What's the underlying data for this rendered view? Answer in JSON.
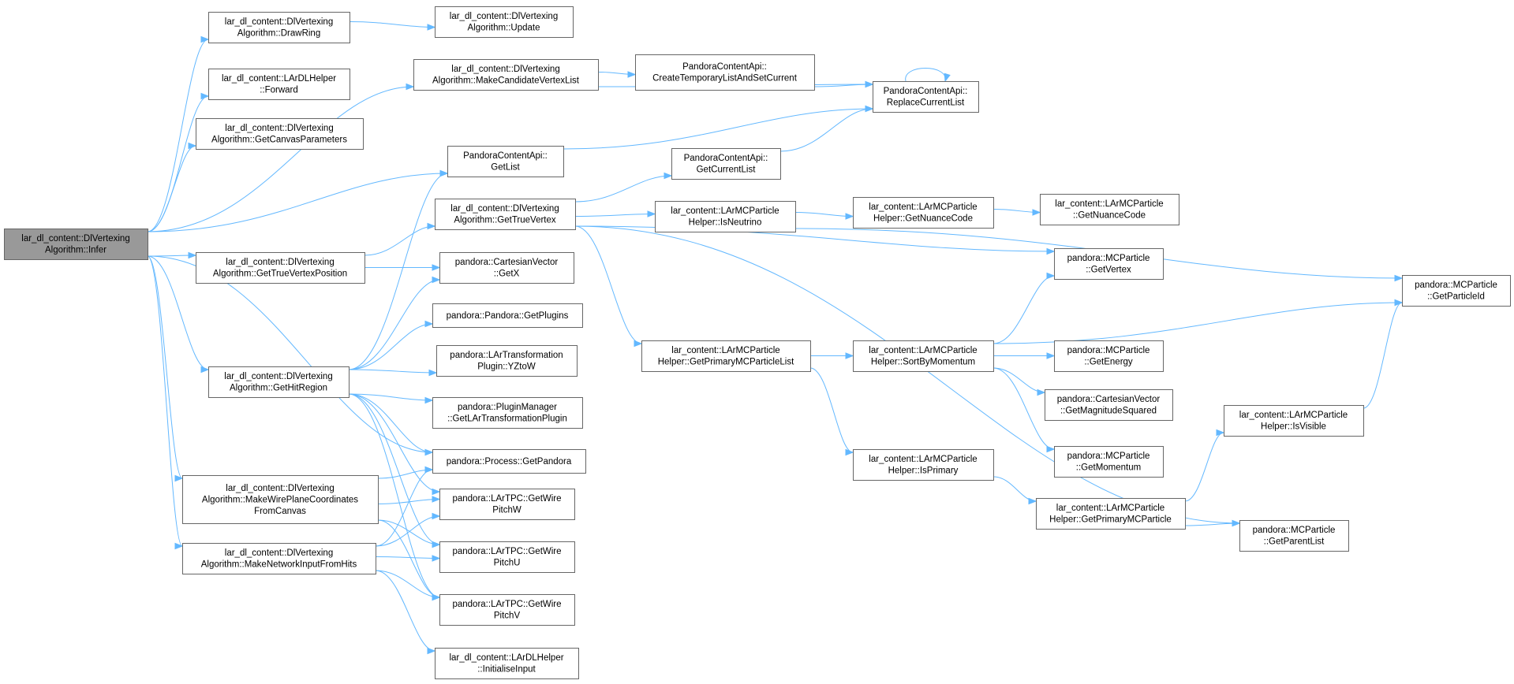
{
  "diagram": {
    "nodes": [
      {
        "id": "infer",
        "lines": [
          "lar_dl_content::DlVertexing",
          "Algorithm::Infer"
        ],
        "root": true
      },
      {
        "id": "drawring",
        "lines": [
          "lar_dl_content::DlVertexing",
          "Algorithm::DrawRing"
        ]
      },
      {
        "id": "update",
        "lines": [
          "lar_dl_content::DlVertexing",
          "Algorithm::Update"
        ]
      },
      {
        "id": "forward",
        "lines": [
          "lar_dl_content::LArDLHelper",
          "::Forward"
        ]
      },
      {
        "id": "getcanvas",
        "lines": [
          "lar_dl_content::DlVertexing",
          "Algorithm::GetCanvasParameters"
        ]
      },
      {
        "id": "makecand",
        "lines": [
          "lar_dl_content::DlVertexing",
          "Algorithm::MakeCandidateVertexList"
        ]
      },
      {
        "id": "createtemp",
        "lines": [
          "PandoraContentApi::",
          "CreateTemporaryListAndSetCurrent"
        ]
      },
      {
        "id": "replace",
        "lines": [
          "PandoraContentApi::",
          "ReplaceCurrentList"
        ]
      },
      {
        "id": "getlist",
        "lines": [
          "PandoraContentApi::",
          "GetList"
        ]
      },
      {
        "id": "getcurrent",
        "lines": [
          "PandoraContentApi::",
          "GetCurrentList"
        ]
      },
      {
        "id": "gettruevertex",
        "lines": [
          "lar_dl_content::DlVertexing",
          "Algorithm::GetTrueVertex"
        ]
      },
      {
        "id": "isneutrino",
        "lines": [
          "lar_content::LArMCParticle",
          "Helper::IsNeutrino"
        ]
      },
      {
        "id": "getnuancehelper",
        "lines": [
          "lar_content::LArMCParticle",
          "Helper::GetNuanceCode"
        ]
      },
      {
        "id": "getnuance",
        "lines": [
          "lar_content::LArMCParticle",
          "::GetNuanceCode"
        ]
      },
      {
        "id": "gettruevpos",
        "lines": [
          "lar_dl_content::DlVertexing",
          "Algorithm::GetTrueVertexPosition"
        ]
      },
      {
        "id": "getx",
        "lines": [
          "pandora::CartesianVector",
          "::GetX"
        ]
      },
      {
        "id": "getvertex",
        "lines": [
          "pandora::MCParticle",
          "::GetVertex"
        ]
      },
      {
        "id": "getparticleid",
        "lines": [
          "pandora::MCParticle",
          "::GetParticleId"
        ]
      },
      {
        "id": "getplugins",
        "lines": [
          "pandora::Pandora::GetPlugins"
        ]
      },
      {
        "id": "yztow",
        "lines": [
          "pandora::LArTransformation",
          "Plugin::YZtoW"
        ]
      },
      {
        "id": "gethitregion",
        "lines": [
          "lar_dl_content::DlVertexing",
          "Algorithm::GetHitRegion"
        ]
      },
      {
        "id": "getprimarylist",
        "lines": [
          "lar_content::LArMCParticle",
          "Helper::GetPrimaryMCParticleList"
        ]
      },
      {
        "id": "sortbymom",
        "lines": [
          "lar_content::LArMCParticle",
          "Helper::SortByMomentum"
        ]
      },
      {
        "id": "getenergy",
        "lines": [
          "pandora::MCParticle",
          "::GetEnergy"
        ]
      },
      {
        "id": "getplugin",
        "lines": [
          "pandora::PluginManager",
          "::GetLArTransformationPlugin"
        ]
      },
      {
        "id": "getmagsq",
        "lines": [
          "pandora::CartesianVector",
          "::GetMagnitudeSquared"
        ]
      },
      {
        "id": "isvisible",
        "lines": [
          "lar_content::LArMCParticle",
          "Helper::IsVisible"
        ]
      },
      {
        "id": "getpandora",
        "lines": [
          "pandora::Process::GetPandora"
        ]
      },
      {
        "id": "isprimary",
        "lines": [
          "lar_content::LArMCParticle",
          "Helper::IsPrimary"
        ]
      },
      {
        "id": "getmomentum",
        "lines": [
          "pandora::MCParticle",
          "::GetMomentum"
        ]
      },
      {
        "id": "makewire",
        "lines": [
          "lar_dl_content::DlVertexing",
          "Algorithm::MakeWirePlaneCoordinates",
          "FromCanvas"
        ]
      },
      {
        "id": "pitchw",
        "lines": [
          "pandora::LArTPC::GetWire",
          "PitchW"
        ]
      },
      {
        "id": "getprimary",
        "lines": [
          "lar_content::LArMCParticle",
          "Helper::GetPrimaryMCParticle"
        ]
      },
      {
        "id": "getparentlist",
        "lines": [
          "pandora::MCParticle",
          "::GetParentList"
        ]
      },
      {
        "id": "makenet",
        "lines": [
          "lar_dl_content::DlVertexing",
          "Algorithm::MakeNetworkInputFromHits"
        ]
      },
      {
        "id": "pitchu",
        "lines": [
          "pandora::LArTPC::GetWire",
          "PitchU"
        ]
      },
      {
        "id": "pitchv",
        "lines": [
          "pandora::LArTPC::GetWire",
          "PitchV"
        ]
      },
      {
        "id": "initinput",
        "lines": [
          "lar_dl_content::LArDLHelper",
          "::InitialiseInput"
        ]
      }
    ],
    "edges": [
      [
        "infer",
        "drawring"
      ],
      [
        "infer",
        "forward"
      ],
      [
        "infer",
        "getcanvas"
      ],
      [
        "infer",
        "makecand"
      ],
      [
        "infer",
        "getlist"
      ],
      [
        "infer",
        "gettruevpos"
      ],
      [
        "infer",
        "gethitregion"
      ],
      [
        "infer",
        "getpandora"
      ],
      [
        "infer",
        "makewire"
      ],
      [
        "infer",
        "makenet"
      ],
      [
        "drawring",
        "update"
      ],
      [
        "makecand",
        "createtemp"
      ],
      [
        "makecand",
        "replace"
      ],
      [
        "createtemp",
        "replace"
      ],
      [
        "replace",
        "replace"
      ],
      [
        "getlist",
        "replace"
      ],
      [
        "getcurrent",
        "replace"
      ],
      [
        "gettruevpos",
        "gettruevertex"
      ],
      [
        "gettruevpos",
        "getx"
      ],
      [
        "gettruevertex",
        "getcurrent"
      ],
      [
        "gettruevertex",
        "isneutrino"
      ],
      [
        "gettruevertex",
        "getvertex"
      ],
      [
        "gettruevertex",
        "getprimarylist"
      ],
      [
        "gettruevertex",
        "getparentlist"
      ],
      [
        "isneutrino",
        "getnuancehelper"
      ],
      [
        "isneutrino",
        "getparticleid"
      ],
      [
        "getnuancehelper",
        "getnuance"
      ],
      [
        "getprimarylist",
        "sortbymom"
      ],
      [
        "getprimarylist",
        "isprimary"
      ],
      [
        "sortbymom",
        "getvertex"
      ],
      [
        "sortbymom",
        "getparticleid"
      ],
      [
        "sortbymom",
        "getenergy"
      ],
      [
        "sortbymom",
        "getmagsq"
      ],
      [
        "sortbymom",
        "getmomentum"
      ],
      [
        "isprimary",
        "getprimary"
      ],
      [
        "getprimary",
        "isvisible"
      ],
      [
        "getprimary",
        "getparentlist"
      ],
      [
        "isvisible",
        "getparticleid"
      ],
      [
        "gethitregion",
        "getlist"
      ],
      [
        "gethitregion",
        "getx"
      ],
      [
        "gethitregion",
        "getplugins"
      ],
      [
        "gethitregion",
        "yztow"
      ],
      [
        "gethitregion",
        "getplugin"
      ],
      [
        "gethitregion",
        "getpandora"
      ],
      [
        "gethitregion",
        "pitchw"
      ],
      [
        "gethitregion",
        "pitchu"
      ],
      [
        "gethitregion",
        "pitchv"
      ],
      [
        "makewire",
        "getpandora"
      ],
      [
        "makewire",
        "pitchw"
      ],
      [
        "makewire",
        "pitchu"
      ],
      [
        "makewire",
        "pitchv"
      ],
      [
        "makenet",
        "getpandora"
      ],
      [
        "makenet",
        "pitchw"
      ],
      [
        "makenet",
        "pitchu"
      ],
      [
        "makenet",
        "pitchv"
      ],
      [
        "makenet",
        "initinput"
      ]
    ]
  }
}
